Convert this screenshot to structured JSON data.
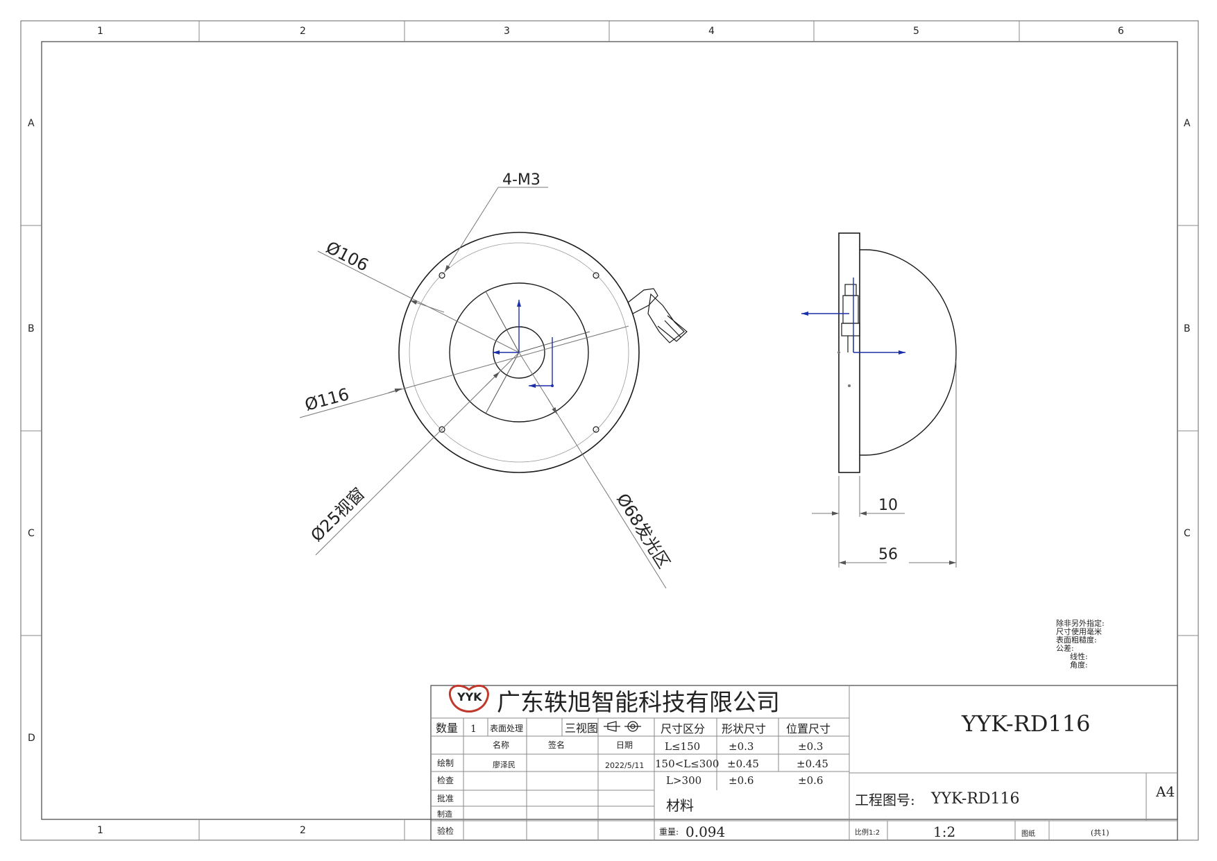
{
  "frame": {
    "columns": [
      "1",
      "2",
      "3",
      "4",
      "5",
      "6"
    ],
    "rows": [
      "A",
      "B",
      "C",
      "D"
    ]
  },
  "front_view": {
    "callout_m3": "4-M3",
    "dia_106": "Ø106",
    "dia_116": "Ø116",
    "dia_25": "Ø25视窗",
    "dia_68": "Ø68发光区"
  },
  "side_view": {
    "dim_10": "10",
    "dim_56": "56"
  },
  "notes": {
    "lines": [
      "除非另外指定:",
      "尺寸使用毫米",
      "表面粗糙度:",
      "公差:",
      "线性:",
      "角度:"
    ]
  },
  "title_block": {
    "logo_text": "YYK",
    "company": "广东轶旭智能科技有限公司",
    "drawing_name": "YYK-RD116",
    "project_label": "工程图号:",
    "project_number": "YYK-RD116",
    "sheet_size": "A4",
    "qty_label": "数量",
    "qty_value": "1",
    "surface_label": "表面处理",
    "three_view_label": "三视图",
    "col_name": "名称",
    "col_sign": "签名",
    "col_date": "日期",
    "row_draw": "绘制",
    "drawer": "廖泽民",
    "draw_date": "2022/5/11",
    "row_check": "检查",
    "row_approve": "批准",
    "row_make": "制造",
    "row_verify": "验检",
    "tol_header_range": "尺寸区分",
    "tol_header_shape": "形状尺寸",
    "tol_header_pos": "位置尺寸",
    "tol_rows": [
      {
        "range": "L≤150",
        "shape": "±0.3",
        "pos": "±0.3"
      },
      {
        "range": "150<L≤300",
        "shape": "±0.45",
        "pos": "±0.45"
      },
      {
        "range": "L>300",
        "shape": "±0.6",
        "pos": "±0.6"
      }
    ],
    "material_label": "材料",
    "weight_label": "重量:",
    "weight_value": "0.094",
    "scale_label": "比例1:2",
    "scale_value": "1:2",
    "paper_label": "图纸",
    "total_label": "(共1)"
  }
}
